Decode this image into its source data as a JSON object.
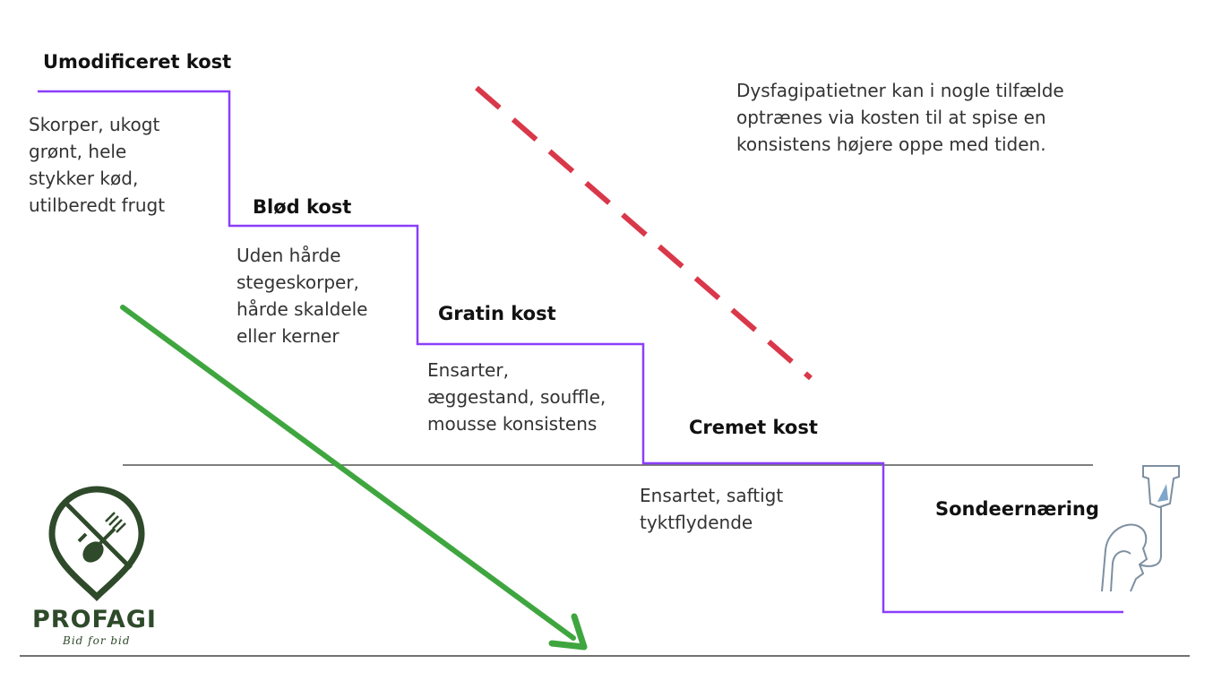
{
  "levels": [
    {
      "label": "Umodificeret kost",
      "description": [
        "Skorper, ukogt",
        "grønt, hele",
        "stykker kød,",
        "utilberedt frugt"
      ]
    },
    {
      "label": "Blød kost",
      "description": [
        "Uden hårde",
        "stegeskorper,",
        "hårde skaldele",
        "eller kerner"
      ]
    },
    {
      "label": "Gratin kost",
      "description": [
        "Ensarter,",
        "æggestand, souffle,",
        "mousse konsistens"
      ]
    },
    {
      "label": "Cremet kost",
      "description": [
        "Ensartet, saftigt",
        "tyktflydende"
      ]
    },
    {
      "label": "Sondeernæring",
      "description": []
    }
  ],
  "note": [
    "Dysfagipatietner kan i nogle tilfælde",
    "optrænes via kosten til at spise en",
    "konsistens højere oppe med tiden."
  ],
  "logo": {
    "name": "PROFAGI",
    "tagline": "Bid for bid",
    "icon": "fork-spoon-pin-icon"
  },
  "icons": {
    "tube_feeding": "tube-feeding-icon",
    "down_arrow": "green-down-arrow",
    "dashed_line": "red-dashed-line"
  },
  "colors": {
    "steps": "#8a3ffc",
    "arrow": "#3fa63f",
    "dashed": "#d9384a",
    "logo": "#2e4a2a",
    "axis": "#555555"
  }
}
